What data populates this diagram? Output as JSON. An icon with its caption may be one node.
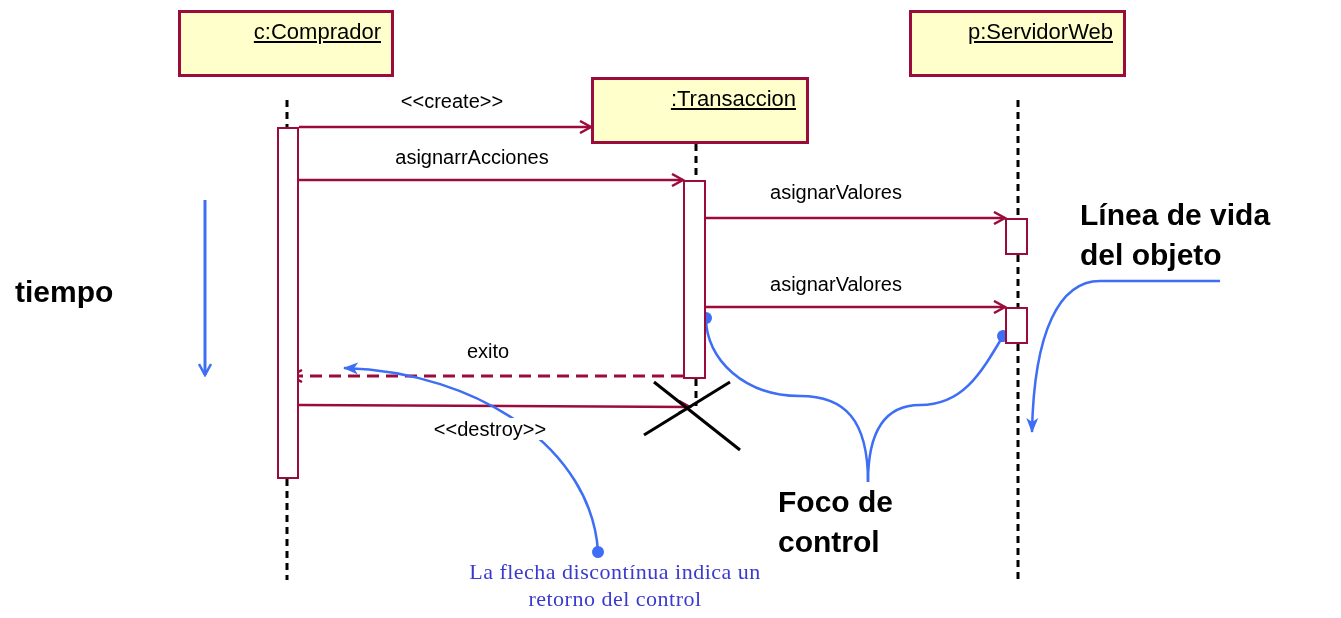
{
  "diagram": {
    "nodes": [
      {
        "text": [
          "c:Comprador"
        ]
      },
      {
        "text": [
          ":Transaccion"
        ]
      },
      {
        "text": [
          "p:ServidorWeb"
        ]
      },
      {
        "text": [],
        "shape": "bar"
      },
      {
        "text": [],
        "shape": "bar"
      },
      {
        "text": [],
        "shape": "bar"
      },
      {
        "text": [],
        "shape": "bar"
      },
      {
        "text": [],
        "shape": "cross"
      },
      {
        "text": [
          "Línea de vida del objeto"
        ]
      },
      {
        "text": [
          "Foco de control"
        ]
      },
      {
        "text": [
          "La flecha discontínua indica un retorno del control"
        ]
      }
    ],
    "edges": [
      {
        "from": 3,
        "to": 1,
        "arrow": "to",
        "label": "<<create>>",
        "color": "#9b0c3c"
      },
      {
        "from": 3,
        "to": 4,
        "arrow": "to",
        "label": "asignarrAcciones",
        "color": "#9b0c3c"
      },
      {
        "from": 4,
        "to": 5,
        "arrow": "to",
        "label": "asignarValores",
        "color": "#9b0c3c"
      },
      {
        "from": 4,
        "to": 6,
        "arrow": "to",
        "label": "asignarValores",
        "color": "#9b0c3c"
      },
      {
        "from": 4,
        "to": 3,
        "arrow": "to",
        "label": "exito",
        "style": "dashed",
        "color": "#9b0c3c"
      },
      {
        "from": 3,
        "to": 7,
        "arrow": "to",
        "label": "<<destroy>>",
        "color": "#9b0c3c"
      },
      {
        "from": 8,
        "to": null,
        "arrow": "to",
        "color": "#3d6ef5"
      },
      {
        "from": 9,
        "to": 4,
        "arrow": "other",
        "color": "#3d6ef5"
      },
      {
        "from": 9,
        "to": 6,
        "arrow": "other",
        "color": "#3d6ef5"
      },
      {
        "from": 10,
        "to": null,
        "arrow": "to",
        "color": "#3d6ef5"
      },
      {
        "from": 0,
        "to": 3,
        "arrow": "none",
        "style": "dashed"
      },
      {
        "from": 3,
        "to": null,
        "arrow": "none",
        "style": "dashed"
      },
      {
        "from": 1,
        "to": 4,
        "arrow": "none",
        "style": "dashed"
      },
      {
        "from": 4,
        "to": 7,
        "arrow": "none",
        "style": "dashed"
      },
      {
        "from": 2,
        "to": 5,
        "arrow": "none",
        "style": "dashed"
      },
      {
        "from": 5,
        "to": 6,
        "arrow": "none",
        "style": "dashed"
      },
      {
        "from": 6,
        "to": null,
        "arrow": "none",
        "style": "dashed"
      }
    ],
    "labels": [
      "tiempo"
    ]
  }
}
